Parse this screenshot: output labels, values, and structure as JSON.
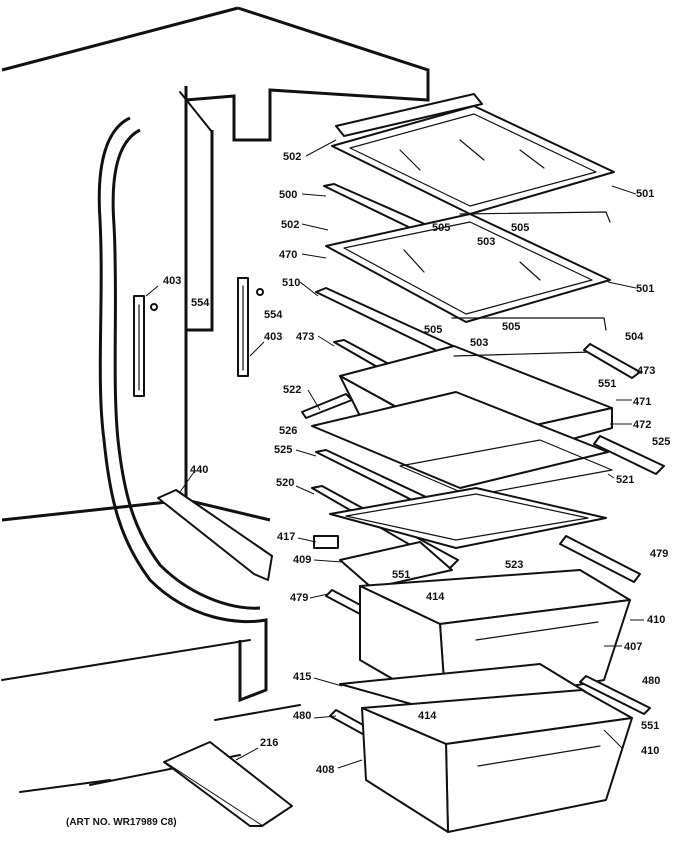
{
  "art_number": "(ART NO. WR17989 C8)",
  "part_labels": [
    "502",
    "501",
    "500",
    "505",
    "503",
    "505",
    "502",
    "470",
    "501",
    "510",
    "505",
    "503",
    "505",
    "504",
    "473",
    "473",
    "551",
    "403",
    "554",
    "554",
    "403",
    "522",
    "471",
    "526",
    "472",
    "525",
    "525",
    "521",
    "440",
    "520",
    "417",
    "409",
    "523",
    "479",
    "551",
    "479",
    "414",
    "410",
    "407",
    "415",
    "480",
    "480",
    "414",
    "551",
    "410",
    "408",
    "216"
  ],
  "parts": [
    {
      "id": "502",
      "kind": "shelf trim"
    },
    {
      "id": "501",
      "kind": "glass shelf"
    },
    {
      "id": "500",
      "kind": "shelf support"
    },
    {
      "id": "505",
      "kind": "clip"
    },
    {
      "id": "503",
      "kind": "screw"
    },
    {
      "id": "470",
      "kind": "shelf"
    },
    {
      "id": "510",
      "kind": "shelf support"
    },
    {
      "id": "504",
      "kind": "trim"
    },
    {
      "id": "473",
      "kind": "slide rail"
    },
    {
      "id": "551",
      "kind": "screw"
    },
    {
      "id": "403",
      "kind": "ladder rail"
    },
    {
      "id": "554",
      "kind": "screw"
    },
    {
      "id": "522",
      "kind": "rail"
    },
    {
      "id": "471",
      "kind": "snack pan"
    },
    {
      "id": "526",
      "kind": "trim"
    },
    {
      "id": "472",
      "kind": "pan front"
    },
    {
      "id": "525",
      "kind": "slide rail"
    },
    {
      "id": "521",
      "kind": "glass shelf"
    },
    {
      "id": "440",
      "kind": "base trim"
    },
    {
      "id": "520",
      "kind": "shelf support"
    },
    {
      "id": "417",
      "kind": "control"
    },
    {
      "id": "409",
      "kind": "cover"
    },
    {
      "id": "523",
      "kind": "shelf frame"
    },
    {
      "id": "479",
      "kind": "slide rail"
    },
    {
      "id": "414",
      "kind": "pan cover"
    },
    {
      "id": "410",
      "kind": "pan front"
    },
    {
      "id": "407",
      "kind": "crisper pan"
    },
    {
      "id": "415",
      "kind": "glass cover"
    },
    {
      "id": "480",
      "kind": "slide rail"
    },
    {
      "id": "408",
      "kind": "crisper pan"
    },
    {
      "id": "216",
      "kind": "door bin"
    }
  ]
}
